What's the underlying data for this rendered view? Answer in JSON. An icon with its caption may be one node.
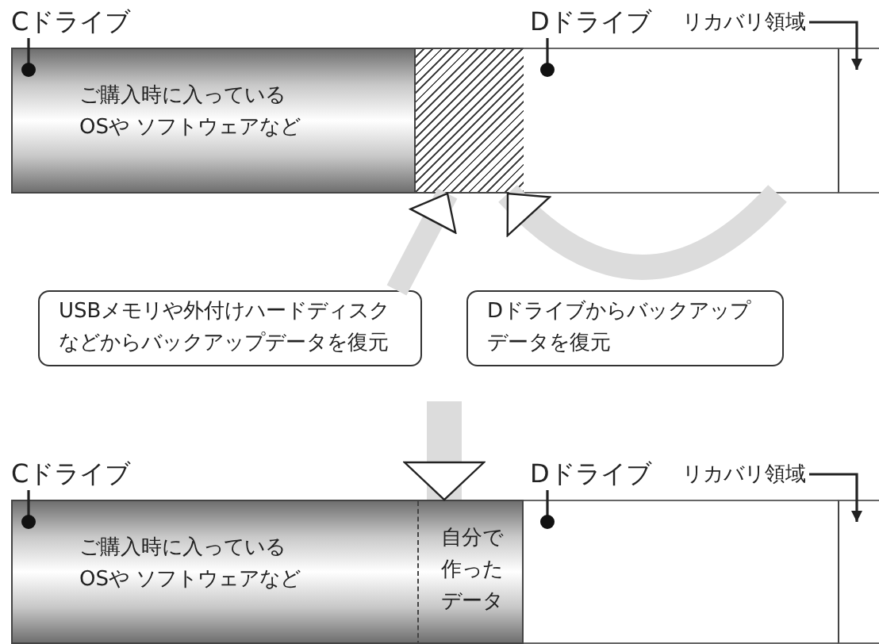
{
  "diagram": {
    "nodes": [
      {
        "text": [
          "Cドライブ"
        ]
      },
      {
        "text": [
          "ご購入時に入っている OSや ソフトウェアなど"
        ]
      },
      {
        "text": [],
        "shape": "box"
      },
      {
        "text": [
          "Dドライブ"
        ]
      },
      {
        "text": [],
        "shape": "box"
      },
      {
        "text": [
          "リカバリ領域"
        ]
      },
      {
        "text": [],
        "shape": "box"
      },
      {
        "text": [
          "USBメモリや外付けハードディスクなどからバックアップデータを復元"
        ]
      },
      {
        "text": [
          "Dドライブからバックアップデータを復元"
        ]
      },
      {
        "text": [
          "Cドライブ"
        ]
      },
      {
        "text": [
          "ご購入時に入っている OSや ソフトウェアなど"
        ]
      },
      {
        "text": [
          "自分で作ったデータ"
        ],
        "in": 10
      },
      {
        "text": [
          "Dドライブ"
        ]
      },
      {
        "text": [],
        "shape": "box"
      },
      {
        "text": [
          "リカバリ領域"
        ]
      },
      {
        "text": [],
        "shape": "box"
      }
    ],
    "edges": [
      {
        "from": 0,
        "to": 1,
        "arrow": "other"
      },
      {
        "from": 3,
        "to": 4,
        "arrow": "other"
      },
      {
        "from": 5,
        "to": 6,
        "arrow": "to"
      },
      {
        "from": 7,
        "to": 2,
        "arrow": "to",
        "style": "thick",
        "color": "#dcdcdc"
      },
      {
        "from": 4,
        "to": 2,
        "arrow": "to",
        "style": "thick",
        "color": "#dcdcdc"
      },
      {
        "from": null,
        "to": 10,
        "arrow": "to",
        "style": "thick",
        "color": "#dcdcdc"
      },
      {
        "from": 9,
        "to": 10,
        "arrow": "other"
      },
      {
        "from": 12,
        "to": 13,
        "arrow": "other"
      },
      {
        "from": 14,
        "to": 15,
        "arrow": "to"
      }
    ]
  }
}
